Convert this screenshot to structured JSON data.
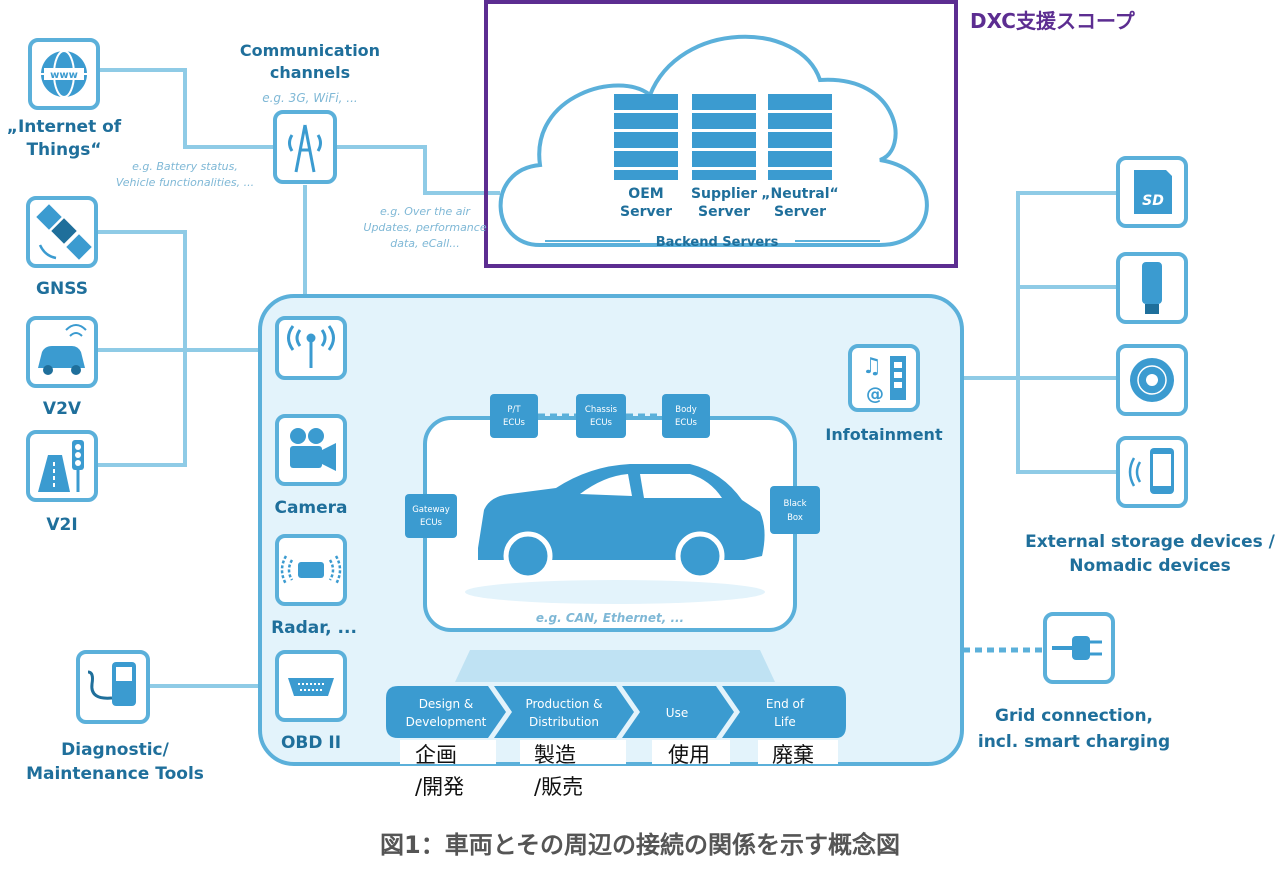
{
  "scope_label": "DXC支援スコープ",
  "cloud": {
    "servers": [
      {
        "line1": "OEM",
        "line2": "Server"
      },
      {
        "line1": "Supplier",
        "line2": "Server"
      },
      {
        "line1": "„Neutral“",
        "line2": "Server"
      }
    ],
    "caption": "Backend Servers"
  },
  "comm": {
    "title1": "Communication",
    "title2": "channels",
    "example": "e.g. 3G, WiFi, ...",
    "note1_l1": "e.g. Battery status,",
    "note1_l2": "Vehicle functionalities, ...",
    "note2_l1": "e.g. Over the air",
    "note2_l2": "Updates, performance",
    "note2_l3": "data, eCall..."
  },
  "left": {
    "iot_l1": "„Internet of",
    "iot_l2": "Things“",
    "gnss": "GNSS",
    "v2v": "V2V",
    "v2i": "V2I",
    "diag_l1": "Diagnostic/",
    "diag_l2": "Maintenance Tools",
    "www": "www"
  },
  "vehicle": {
    "camera": "Camera",
    "radar": "Radar, ...",
    "obd": "OBD II",
    "bus_note": "e.g. CAN, Ethernet, ...",
    "ecus": {
      "pt": [
        "P/T",
        "ECUs"
      ],
      "chassis": [
        "Chassis",
        "ECUs"
      ],
      "body": [
        "Body",
        "ECUs"
      ],
      "gateway": [
        "Gateway",
        "ECUs"
      ],
      "blackbox": [
        "Black",
        "Box"
      ]
    },
    "infotainment": "Infotainment"
  },
  "right": {
    "sd": "SD",
    "storage_l1": "External storage devices /",
    "storage_l2": "Nomadic devices",
    "grid_l1": "Grid connection,",
    "grid_l2": "incl. smart charging"
  },
  "lifecycle": [
    {
      "en1": "Design &",
      "en2": "Development",
      "jp1": "企画",
      "jp2": "/開発"
    },
    {
      "en1": "Production &",
      "en2": "Distribution",
      "jp1": "製造",
      "jp2": "/販売"
    },
    {
      "en1": "Use",
      "en2": "",
      "jp1": "使用",
      "jp2": ""
    },
    {
      "en1": "End of",
      "en2": "Life",
      "jp1": "廃棄",
      "jp2": ""
    }
  ],
  "caption": "図1：車両とその周辺の接続の関係を示す概念図",
  "colors": {
    "accent": "#3b9bd0",
    "panel": "#e3f3fb",
    "scope": "#5c2d91"
  }
}
